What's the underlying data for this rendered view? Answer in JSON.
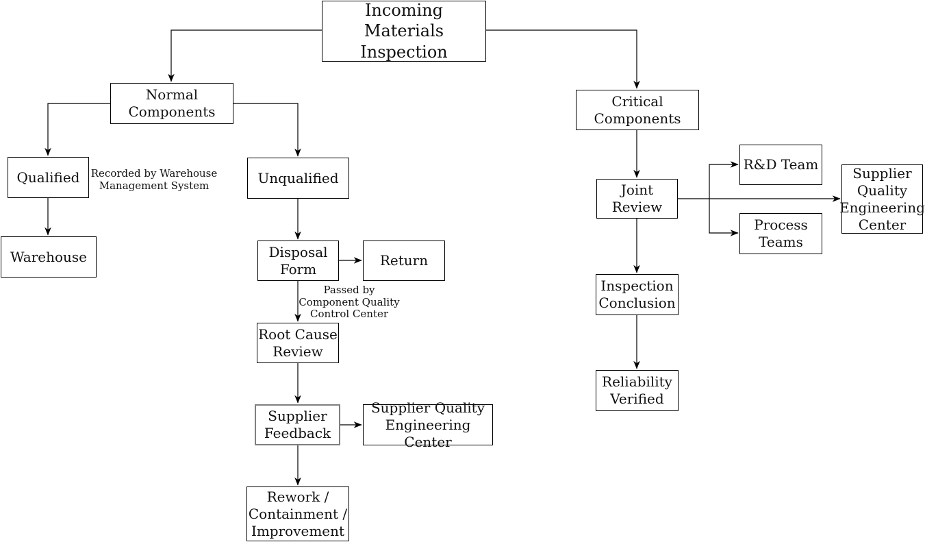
{
  "diagram": {
    "type": "flowchart",
    "colors": {
      "background": "#ffffff",
      "node_fill": "#ffffff",
      "node_border": "#000000",
      "highlight_node_border": "#7f7f7f",
      "edge": "#000000",
      "text": "#111111"
    },
    "nodes": {
      "incoming_materials_inspection": "Incoming\nMaterials Inspection",
      "normal_components": "Normal Components",
      "critical_components": "Critical Components",
      "qualified": "Qualified",
      "unqualified": "Unqualified",
      "warehouse": "Warehouse",
      "disposal_form": "Disposal\nForm",
      "return": "Return",
      "root_cause_review": "Root Cause\nReview",
      "supplier_feedback": "Supplier\nFeedback",
      "supplier_quality_engineering_center_left": "Supplier Quality\nEngineering Center",
      "rework_containment_improvement": "Rework /\nContainment /\nImprovement",
      "joint_review": "Joint Review",
      "rnd_team": "R&D Team",
      "process_teams": "Process\nTeams",
      "supplier_quality_engineering_center_right": "Supplier\nQuality\nEngineering\nCenter",
      "inspection_conclusion": "Inspection\nConclusion",
      "reliability_verified": "Reliability\nVerified"
    },
    "annotations": {
      "recorded_by_wms": "Recorded by Warehouse\nManagement System",
      "passed_by_cqcc": "Passed by\nComponent Quality\nControl Center"
    }
  }
}
